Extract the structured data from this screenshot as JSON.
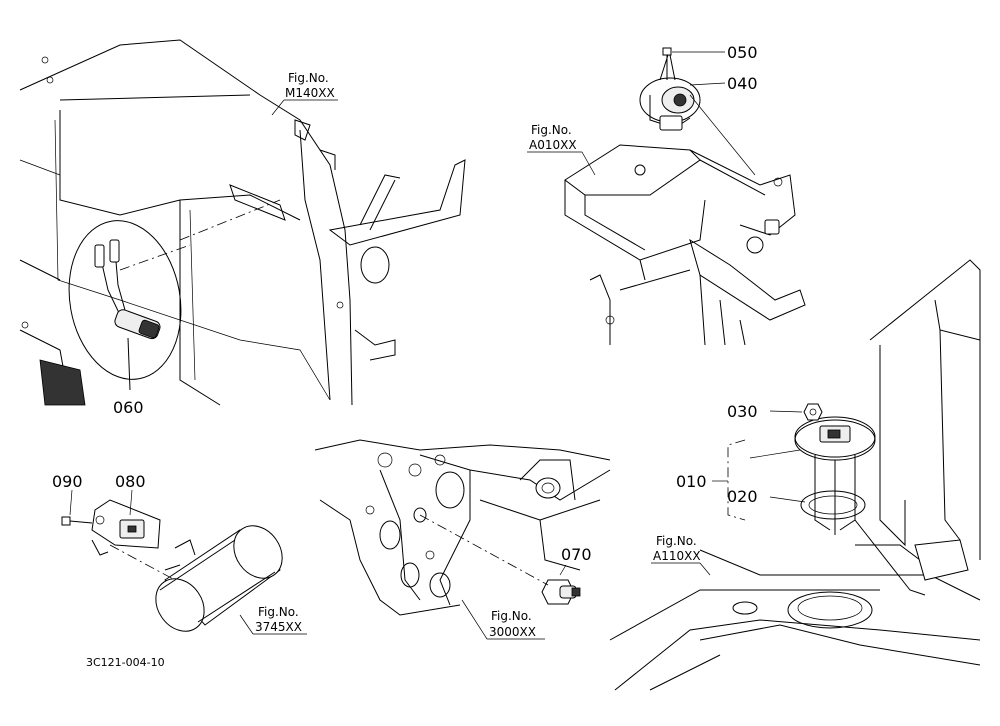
{
  "parts": [
    {
      "id": "p050",
      "label": "050"
    },
    {
      "id": "p040",
      "label": "040"
    },
    {
      "id": "p060",
      "label": "060"
    },
    {
      "id": "p030",
      "label": "030"
    },
    {
      "id": "p010",
      "label": "010"
    },
    {
      "id": "p020",
      "label": "020"
    },
    {
      "id": "p090",
      "label": "090"
    },
    {
      "id": "p080",
      "label": "080"
    },
    {
      "id": "p070",
      "label": "070"
    }
  ],
  "figure_refs": [
    {
      "id": "m140",
      "line1": "Fig.No.",
      "line2": "M140XX"
    },
    {
      "id": "a010",
      "line1": "Fig.No.",
      "line2": "A010XX"
    },
    {
      "id": "a110",
      "line1": "Fig.No.",
      "line2": "A110XX"
    },
    {
      "id": "f3745",
      "line1": "Fig.No.",
      "line2": "3745XX"
    },
    {
      "id": "f3000",
      "line1": "Fig.No.",
      "line2": "3000XX"
    }
  ],
  "doc_code": "3C121-004-10"
}
